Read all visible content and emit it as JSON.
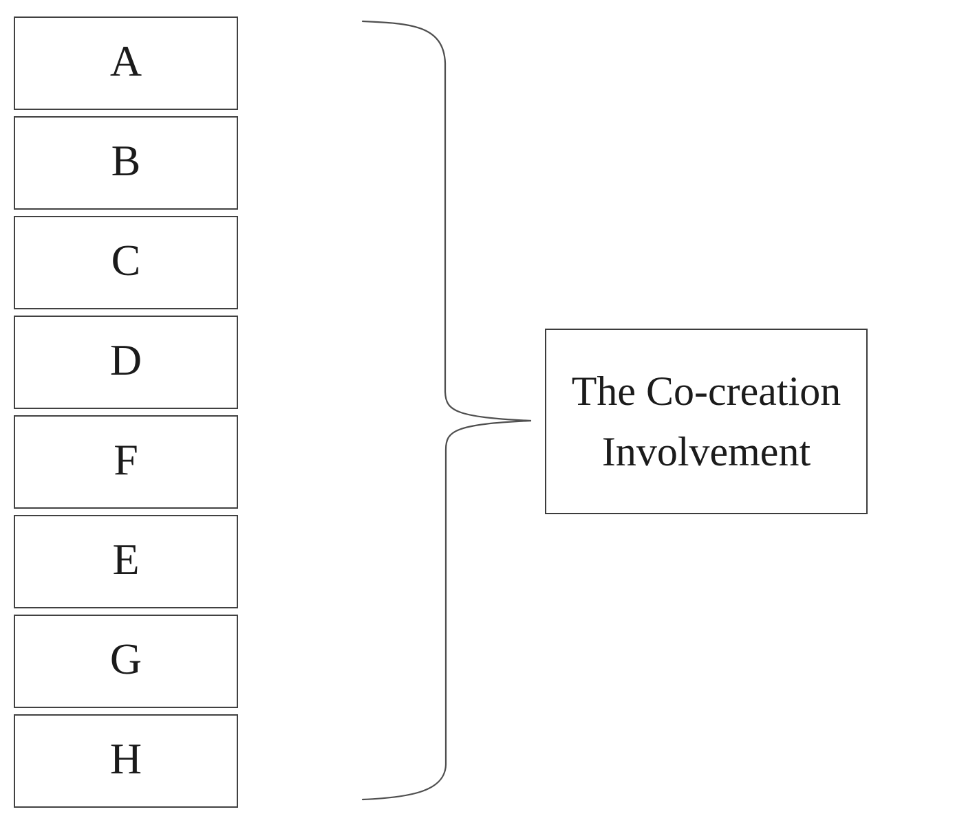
{
  "diagram": {
    "description": "Eight lettered antecedent boxes grouped by a curly brace into a single construct",
    "boxes": [
      {
        "label": "A"
      },
      {
        "label": "B"
      },
      {
        "label": "C"
      },
      {
        "label": "D"
      },
      {
        "label": "F"
      },
      {
        "label": "E"
      },
      {
        "label": "G"
      },
      {
        "label": "H"
      }
    ],
    "result_box": {
      "line1": "The Co-creation",
      "line2": "Involvement"
    },
    "colors": {
      "background": "#ffffff",
      "box_border": "#414141",
      "text": "#1b1b1b",
      "brace": "#4f4f4f"
    }
  }
}
